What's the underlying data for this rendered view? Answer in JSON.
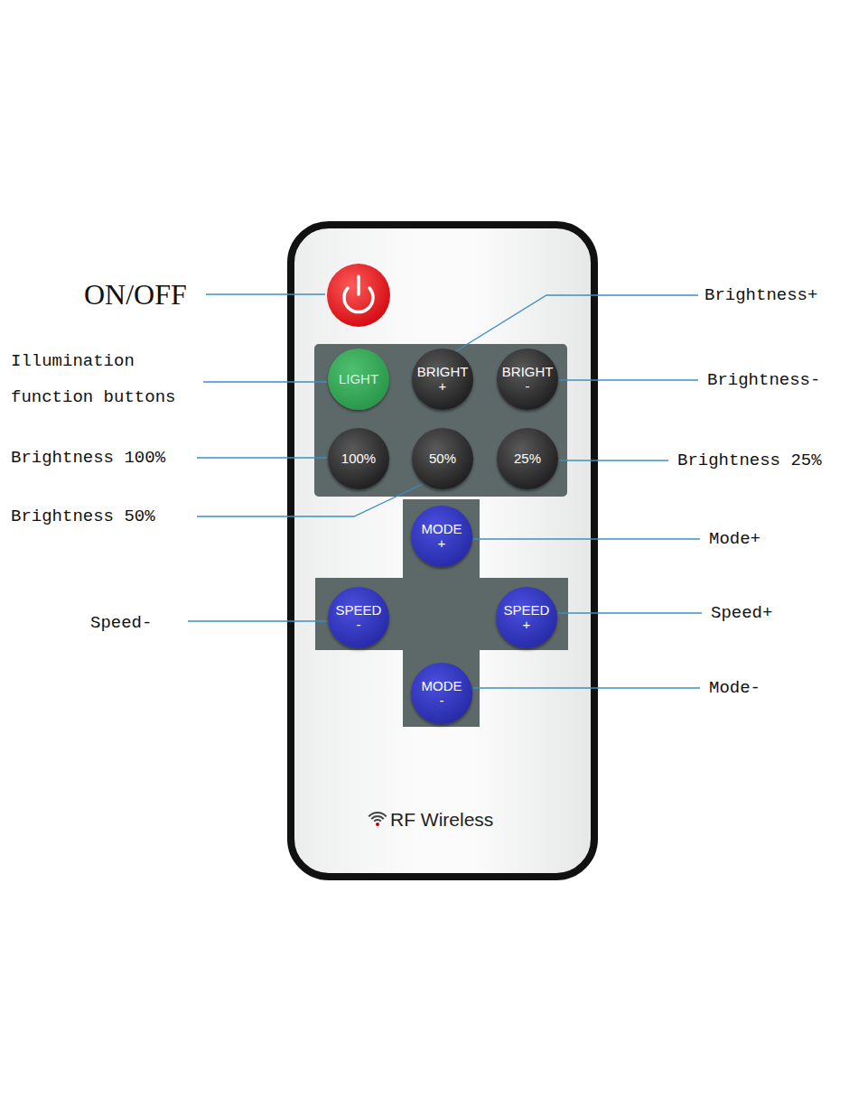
{
  "diagram": {
    "nodes": [
      {
        "text": [
          "RF Wireless"
        ]
      },
      {
        "text": [
          "LIGHT"
        ],
        "in": 0
      },
      {
        "text": [
          "BRIGHT +"
        ],
        "in": 0
      },
      {
        "text": [
          "BRIGHT -"
        ],
        "in": 0
      },
      {
        "text": [
          "100%"
        ],
        "in": 0
      },
      {
        "text": [
          "50%"
        ],
        "in": 0
      },
      {
        "text": [
          "25%"
        ],
        "in": 0
      },
      {
        "text": [
          "MODE +"
        ],
        "in": 0
      },
      {
        "text": [
          "SPEED -"
        ],
        "in": 0
      },
      {
        "text": [
          "SPEED +"
        ],
        "in": 0
      },
      {
        "text": [
          "MODE -"
        ],
        "in": 0
      }
    ],
    "labels": [
      "ON/OFF",
      "Brightness+",
      "Illumination function buttons",
      "Brightness-",
      "Brightness 100%",
      "Brightness 25%",
      "Brightness 50%",
      "Mode+",
      "Speed-",
      "Speed+",
      "Mode-"
    ]
  }
}
